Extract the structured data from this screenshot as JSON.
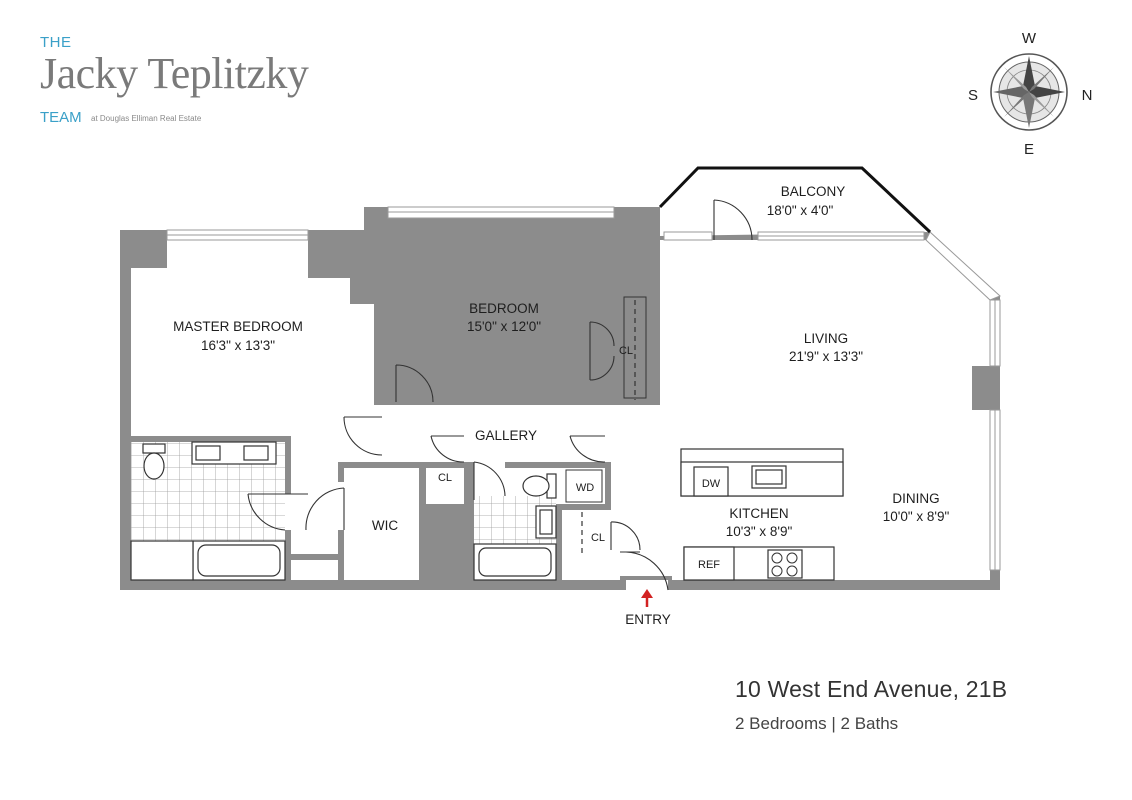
{
  "logo": {
    "the": "THE",
    "name": "Jacky Teplitzky",
    "team": "TEAM",
    "subtitle": "at Douglas Elliman Real Estate"
  },
  "compass": {
    "west": "W",
    "south": "S",
    "north": "N",
    "east": "E"
  },
  "rooms": {
    "balcony": {
      "name": "BALCONY",
      "size": "18'0\" x 4'0\""
    },
    "master_bedroom": {
      "name": "MASTER BEDROOM",
      "size": "16'3\" x 13'3\""
    },
    "bedroom": {
      "name": "BEDROOM",
      "size": "15'0\" x 12'0\""
    },
    "living": {
      "name": "LIVING",
      "size": "21'9\" x 13'3\""
    },
    "gallery": {
      "name": "GALLERY"
    },
    "wic": {
      "name": "WIC"
    },
    "kitchen": {
      "name": "KITCHEN",
      "size": "10'3\" x 8'9\""
    },
    "dining": {
      "name": "DINING",
      "size": "10'0\" x 8'9\""
    },
    "entry": {
      "name": "ENTRY"
    }
  },
  "fixtures": {
    "closet_bedroom": "CL",
    "closet_gallery": "CL",
    "closet_entry": "CL",
    "washer_dryer": "WD",
    "dishwasher": "DW",
    "refrigerator": "REF"
  },
  "colors": {
    "wall": "#8c8c8c",
    "entry_arrow": "#d22222",
    "logo_accent": "#3aa0c8"
  },
  "listing": {
    "address": "10 West End Avenue, 21B",
    "details": "2 Bedrooms | 2 Baths"
  }
}
